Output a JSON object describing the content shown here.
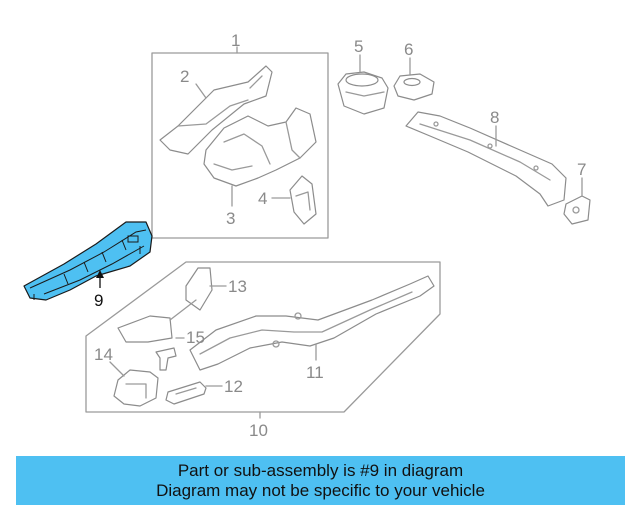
{
  "callouts": {
    "c1": "1",
    "c2": "2",
    "c3": "3",
    "c4": "4",
    "c5": "5",
    "c6": "6",
    "c7": "7",
    "c8": "8",
    "c9": "9",
    "c10": "10",
    "c11": "11",
    "c12": "12",
    "c13": "13",
    "c14": "14",
    "c15": "15"
  },
  "highlight": {
    "part": "9",
    "color": "#4ec0f2"
  },
  "banner": {
    "line1": "Part or sub-assembly is #9 in diagram",
    "line2": "Diagram may not be specific to your vehicle",
    "background": "#4ec0f2"
  }
}
